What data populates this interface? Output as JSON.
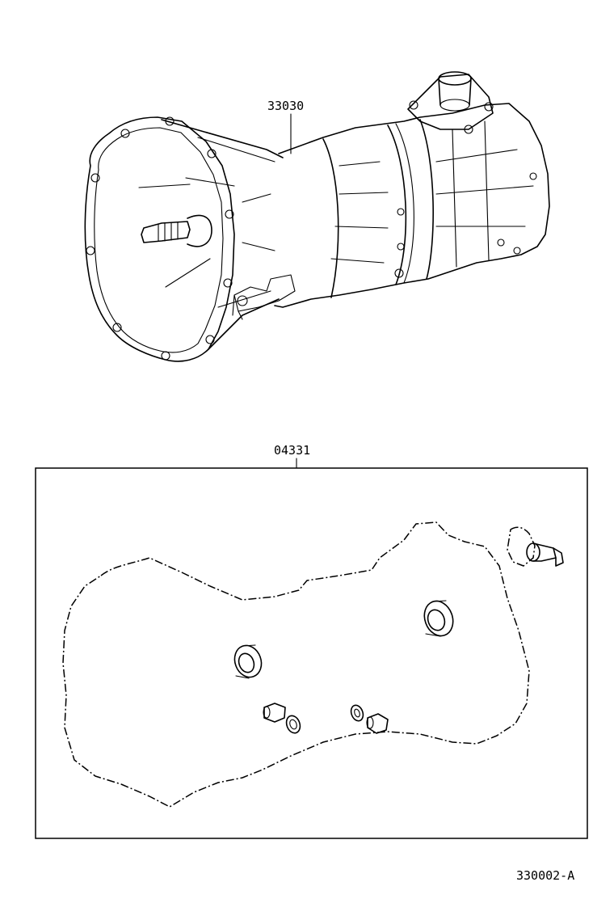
{
  "parts": {
    "transmission_assembly": "33030",
    "gasket_kit": "04331"
  },
  "figure_id": "330002-A"
}
